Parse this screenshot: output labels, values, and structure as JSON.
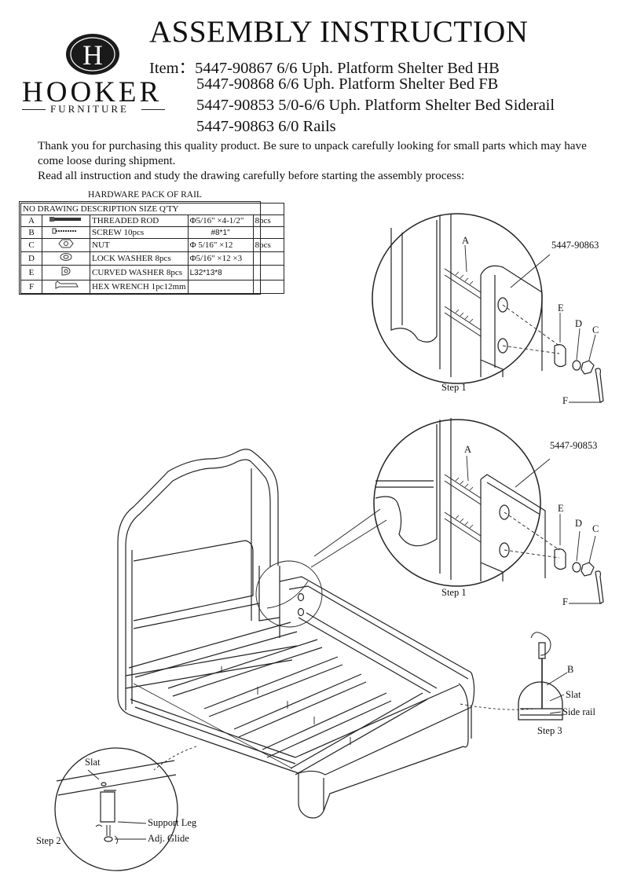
{
  "header": {
    "title": "ASSEMBLY INSTRUCTION",
    "item_prefix": "Item：",
    "items": [
      "5447-90867  6/6 Uph. Platform Shelter Bed HB",
      "5447-90868  6/6 Uph. Platform Shelter Bed FB",
      "5447-90853  5/0-6/6 Uph. Platform Shelter Bed Siderail",
      "5447-90863  6/0 Rails"
    ]
  },
  "logo": {
    "letter": "H",
    "word": "HOOKER",
    "sub": "FURNITURE"
  },
  "intro": {
    "line1": "Thank you for purchasing this quality product. Be sure to unpack carefully looking for small parts which may have",
    "line2": "come loose during shipment.",
    "line3": "Read all instruction and study the drawing carefully before starting the assembly process:"
  },
  "hardware": {
    "caption": "HARDWARE PACK OF RAIL",
    "header": "NO DRAWING DESCRIPTION SIZE Q'TY",
    "rows": [
      {
        "no": "A",
        "desc": "THREADED ROD",
        "size": "Φ5/16\" ×4-1/2\"",
        "qty": "8pcs"
      },
      {
        "no": "B",
        "desc": "SCREW 10pcs",
        "size": "#8*1\"",
        "qty": ""
      },
      {
        "no": "C",
        "desc": "NUT",
        "size": "Φ 5/16\" ×12",
        "qty": "8pcs"
      },
      {
        "no": "D",
        "desc": "LOCK WASHER 8pcs",
        "size": "Φ5/16\" ×12 ×3",
        "qty": ""
      },
      {
        "no": "E",
        "desc": "CURVED WASHER 8pcs",
        "size": "L32*13*8",
        "qty": ""
      },
      {
        "no": "F",
        "desc": "HEX WRENCH 1pc12mm",
        "size": "",
        "qty": ""
      }
    ]
  },
  "diagram": {
    "detail1": {
      "part_label": "5447-90863",
      "labels": {
        "a": "A",
        "e": "E",
        "d": "D",
        "c": "C",
        "f": "F"
      },
      "step": "Step 1"
    },
    "detail2": {
      "part_label": "5447-90853",
      "labels": {
        "a": "A",
        "e": "E",
        "d": "D",
        "c": "C",
        "f": "F"
      },
      "step": "Step 1"
    },
    "detail3": {
      "labels": {
        "b": "B",
        "slat": "Slat",
        "side_rail": "Side rail"
      },
      "step": "Step 3"
    },
    "detail4": {
      "labels": {
        "slat": "Slat",
        "support_leg": "Support Leg",
        "glide": "Adj. Glide"
      },
      "step": "Step 2"
    }
  }
}
